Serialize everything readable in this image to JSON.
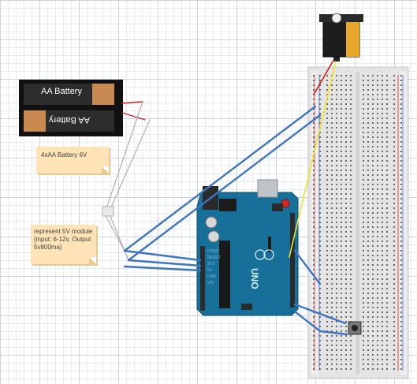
{
  "battery": {
    "top_label": "AA Battery",
    "bottom_label": "AA Battery"
  },
  "notes": {
    "battery_note": "4xAA Battery 6V",
    "module_note": "represent 5V module (input: 6-12v, Output 5v800ma)"
  },
  "arduino": {
    "brand": "UNO"
  },
  "colors": {
    "wire_blue": "#3f74c0",
    "wire_yellow": "#f2e424",
    "wire_red": "#d7201a",
    "arduino_board": "#16709a",
    "breadboard": "#e6e6e6",
    "servo_body": "#1d1d1d",
    "servo_label": "#e6a72a"
  }
}
